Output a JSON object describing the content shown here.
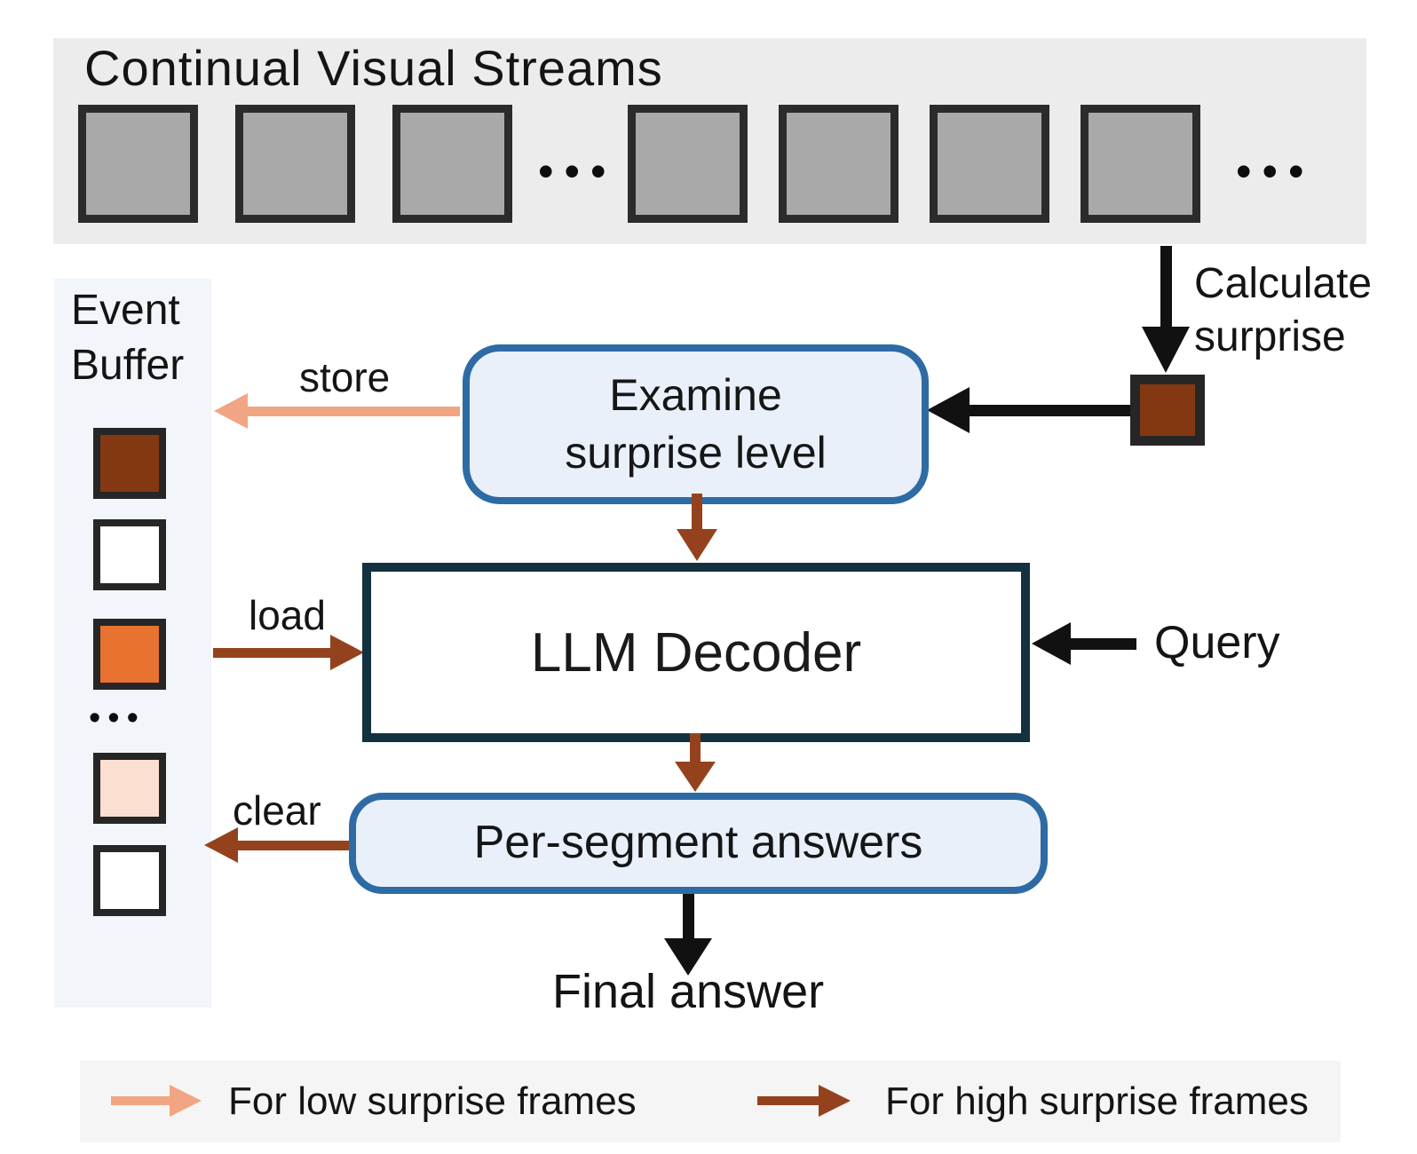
{
  "colors": {
    "stream_panel_bg": "#ececec",
    "frame_fill": "#a9a9a9",
    "frame_border": "#2b2b2b",
    "event_panel_bg": "#f2f6fa",
    "legend_panel_bg": "#f5f5f5",
    "node_fill": "#e9f0fa",
    "node_border": "#2e6ba4",
    "llm_border": "#14313f",
    "black_arrow": "#111111",
    "brown_arrow": "#94421d",
    "salmon_arrow": "#f2a583",
    "surprise_high": "#833812",
    "surprise_mid": "#e8722f",
    "surprise_low": "#fbdfd0"
  },
  "stream_panel": {
    "title": "Continual Visual Streams",
    "frame_count": 7,
    "ellipsis": "•••"
  },
  "event_buffer": {
    "title_line1": "Event",
    "title_line2": "Buffer",
    "ellipsis": "•••",
    "slots": [
      {
        "kind": "square",
        "color": "#833812"
      },
      {
        "kind": "square",
        "color": "#ffffff"
      },
      {
        "kind": "square",
        "color": "#e8722f"
      },
      {
        "kind": "dots"
      },
      {
        "kind": "square",
        "color": "#fbdfd0"
      },
      {
        "kind": "square",
        "color": "#ffffff"
      }
    ]
  },
  "nodes": {
    "examine": {
      "line1": "Examine",
      "line2": "surprise level"
    },
    "llm": {
      "label": "LLM Decoder"
    },
    "per_segment": {
      "label": "Per-segment answers"
    }
  },
  "labels": {
    "calculate_line1": "Calculate",
    "calculate_line2": "surprise",
    "store": "store",
    "load": "load",
    "clear": "clear",
    "query": "Query",
    "final_answer": "Final answer"
  },
  "legend": {
    "low": "For low surprise frames",
    "high": "For high surprise frames"
  }
}
